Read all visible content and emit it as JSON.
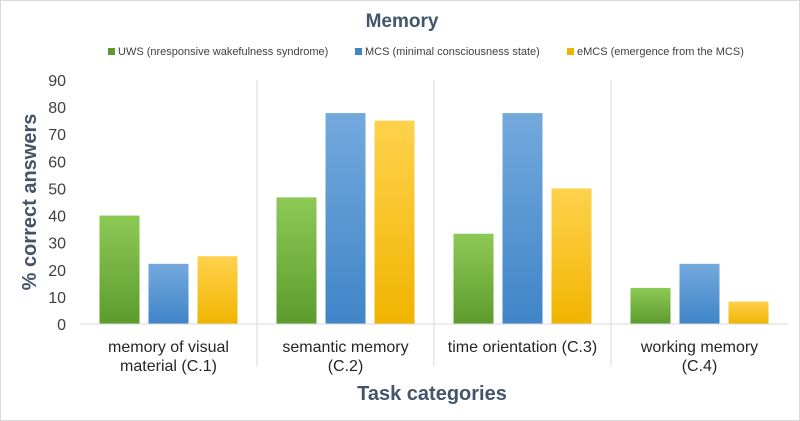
{
  "chart_data": {
    "type": "bar",
    "title": "Memory",
    "xlabel": "Task categories",
    "ylabel": "% correct answers",
    "ylim": [
      0,
      90
    ],
    "yticks": [
      0,
      10,
      20,
      30,
      40,
      50,
      60,
      70,
      80,
      90
    ],
    "grid": false,
    "legend_position": "top",
    "categories": [
      [
        "memory of visual",
        "material (C.1)"
      ],
      [
        "semantic memory",
        "(C.2)"
      ],
      [
        "time orientation (C.3)"
      ],
      [
        "working memory",
        "(C.4)"
      ]
    ],
    "series": [
      {
        "name": "UWS (nresponsive wakefulness syndrome)",
        "color_top": "#8dc955",
        "color_bottom": "#5c9b2d",
        "values": [
          40,
          46.7,
          33.3,
          13.3
        ]
      },
      {
        "name": "MCS (minimal consciousness state)",
        "color_top": "#74a9dd",
        "color_bottom": "#3f85c8",
        "values": [
          22.2,
          77.8,
          77.8,
          22.2
        ]
      },
      {
        "name": "eMCS (emergence from the MCS)",
        "color_top": "#ffd24d",
        "color_bottom": "#f0b400",
        "values": [
          25,
          75,
          50,
          8.3
        ]
      }
    ]
  }
}
